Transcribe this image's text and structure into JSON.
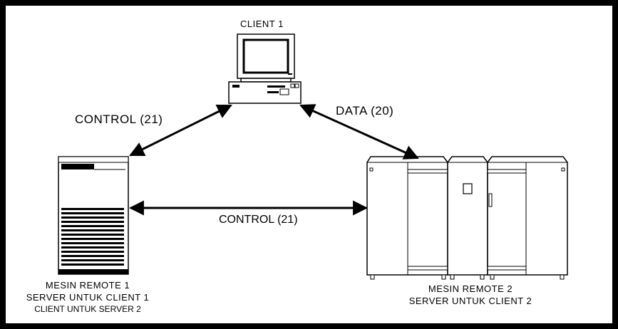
{
  "client": {
    "label": "CLIENT 1"
  },
  "links": {
    "control_top": "CONTROL (21)",
    "data_top": "DATA (20)",
    "control_bottom": "CONTROL (21)"
  },
  "remote1": {
    "line1": "MESIN REMOTE 1",
    "line2": "SERVER UNTUK CLIENT 1",
    "line3": "CLIENT UNTUK SERVER 2"
  },
  "remote2": {
    "line1": "MESIN REMOTE 2",
    "line2": "SERVER UNTUK CLIENT 2"
  },
  "colors": {
    "stroke": "#000000",
    "background": "#ffffff"
  }
}
